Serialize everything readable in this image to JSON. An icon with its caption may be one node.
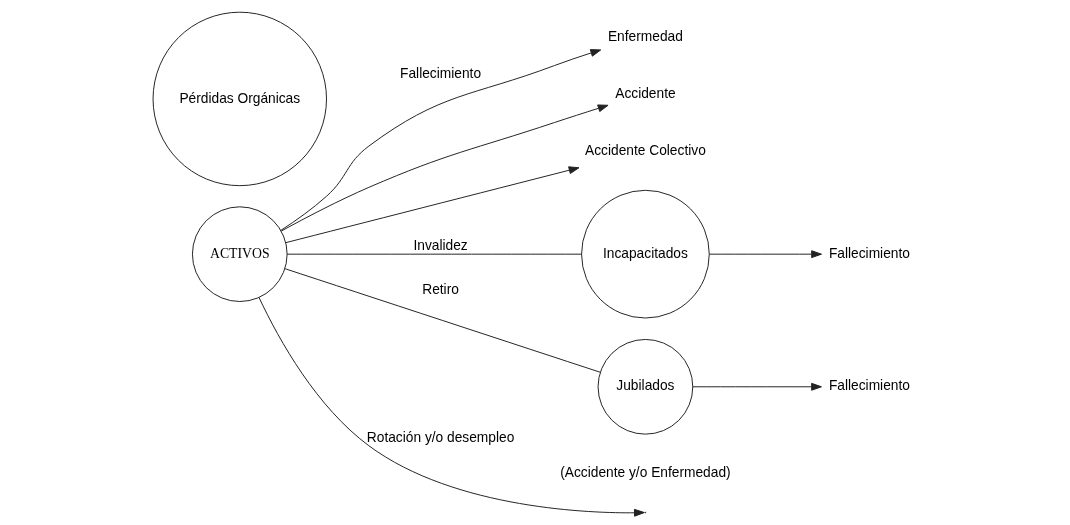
{
  "diagram": {
    "nodes": [
      {
        "text": [
          "ACTIVOS"
        ]
      },
      {
        "text": [
          "Pérdidas Orgánicas"
        ]
      },
      {
        "text": [
          "Enfermedad"
        ]
      },
      {
        "text": [
          "Accidente"
        ]
      },
      {
        "text": [
          "Accidente Colectivo"
        ]
      },
      {
        "text": [
          "Incapacitados"
        ]
      },
      {
        "text": [
          "Fallecimiento"
        ]
      },
      {
        "text": [
          "Jubilados"
        ]
      },
      {
        "text": [
          "Fallecimiento"
        ]
      }
    ],
    "edges": [
      {
        "from": 0,
        "to": 2,
        "arrow": "to",
        "label": "Fallecimiento"
      },
      {
        "from": 0,
        "to": 3,
        "arrow": "to"
      },
      {
        "from": 0,
        "to": 4,
        "arrow": "to"
      },
      {
        "from": 0,
        "to": 5,
        "arrow": "none",
        "label": "Invalidez"
      },
      {
        "from": 5,
        "to": 6,
        "arrow": "to"
      },
      {
        "from": 0,
        "to": 7,
        "arrow": "none",
        "label": "Retiro"
      },
      {
        "from": 7,
        "to": 8,
        "arrow": "to"
      },
      {
        "from": 0,
        "to": null,
        "arrow": "to",
        "label": "Rotación y/o desempleo"
      }
    ],
    "labels": [
      "(Accidente y/o Enfermedad)"
    ]
  }
}
